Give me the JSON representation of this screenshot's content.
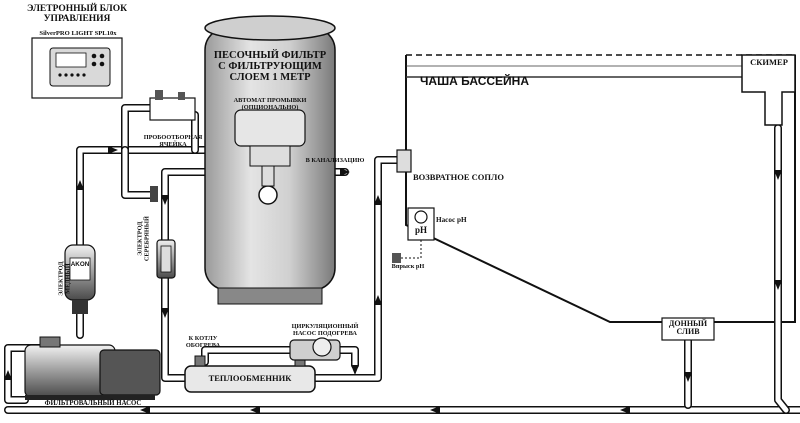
{
  "control_unit": {
    "title": "ЭЛЕТРОННЫЙ БЛОК\nУПРАВЛЕНИЯ",
    "model": "SilverPRO LIGHT SPL10x"
  },
  "filter": {
    "title": "ПЕСОЧНЫЙ ФИЛЬТР\nС ФИЛЬТРУЮЩИМ\nСЛОЕМ 1 МЕТР",
    "valve": "АВТОМАТ ПРОМЫВКИ\n(ОПЦИОНАЛЬНО)"
  },
  "pool": {
    "title": "ЧАША БАССЕЙНА",
    "skimmer": "СКИМЕР",
    "return_nozzle": "ВОЗВРАТНОЕ СОПЛО",
    "bottom_drain": "ДОННЫЙ\nСЛИВ"
  },
  "labels": {
    "sample_cell": "ПРОБООТБОРНАЯ\nЯЧЕЙКА",
    "to_drain": "В КАНАЛИЗАЦИЮ",
    "copper_electrode": "ЭЛЕКТРОД\nМЕДНЫЙ",
    "silver_electrode": "ЭЛЕКТРОД\nСЕРЕБРЯНЫЙ",
    "akon": "AKON",
    "to_boiler": "К КОТЛУ\nОБОГРЕВА",
    "circ_pump": "ЦИРКУЛЯЦИОННЫЙ\nНАСОС ПОДОГРЕВА",
    "heat_exchanger": "ТЕПЛООБМЕННИК",
    "filter_pump": "ФИЛЬТРОВАЛЬНЫЙ НАСОС",
    "ph_pump": "Насос pH",
    "ph_mark": "pH",
    "ph_injection": "Впрыск pH"
  }
}
